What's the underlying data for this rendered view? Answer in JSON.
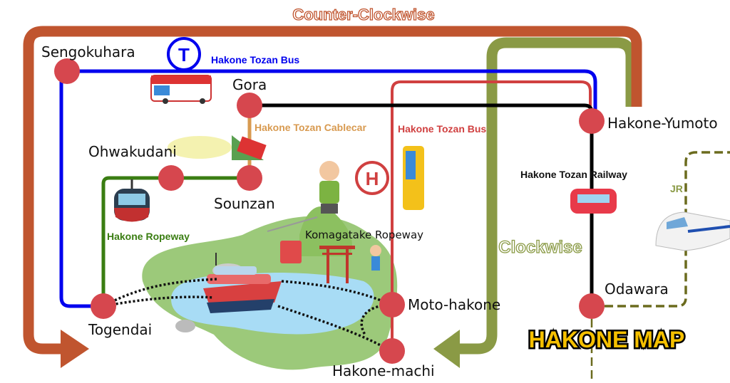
{
  "title": "HAKONE MAP",
  "directions": {
    "counter_clockwise": "Counter-Clockwise",
    "clockwise": "Clockwise"
  },
  "colors": {
    "counter_clockwise": "#c0552f",
    "clockwise": "#8a9a45",
    "tozan_bus_blue": "#0000ee",
    "tozan_bus_red": "#d04040",
    "railway": "#000000",
    "ropeway": "#3a7d12",
    "cablecar": "#d89a50",
    "jr": "#6b6b1e",
    "station": "#d6474e",
    "title_fill": "#f5c000"
  },
  "stations": {
    "sengokuhara": "Sengokuhara",
    "gora": "Gora",
    "hakone_yumoto": "Hakone-Yumoto",
    "ohwakudani": "Ohwakudani",
    "sounzan": "Sounzan",
    "togendai": "Togendai",
    "moto_hakone": "Moto-hakone",
    "hakone_machi": "Hakone-machi",
    "odawara": "Odawara"
  },
  "lines": {
    "tozan_bus_blue": "Hakone Tozan Bus",
    "tozan_bus_blue_badge": "T",
    "tozan_bus_red": "Hakone Tozan Bus",
    "tozan_bus_red_badge": "H",
    "cablecar": "Hakone Tozan Cablecar",
    "ropeway": "Hakone Ropeway",
    "komagatake": "Komagatake Ropeway",
    "railway": "Hakone Tozan Railway",
    "jr": "JR"
  }
}
